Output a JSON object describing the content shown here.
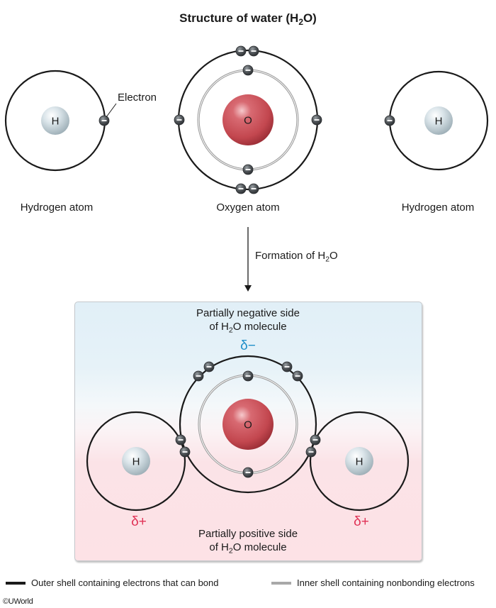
{
  "title": {
    "prefix": "Structure of water (H",
    "sub": "2",
    "suffix": "O)"
  },
  "atoms": {
    "hydrogen_left": {
      "symbol": "H",
      "label": "Hydrogen atom",
      "outer_electrons": 1
    },
    "oxygen": {
      "symbol": "O",
      "label": "Oxygen atom",
      "inner_electrons": 2,
      "outer_electrons": 6
    },
    "hydrogen_right": {
      "symbol": "H",
      "label": "Hydrogen atom",
      "outer_electrons": 1
    }
  },
  "callout": {
    "electron": "Electron"
  },
  "electron_symbol": "−",
  "arrow": {
    "prefix": "Formation of H",
    "sub": "2",
    "suffix": "O"
  },
  "molecule": {
    "top_text": {
      "line1": "Partially negative side",
      "line2_prefix": "of H",
      "line2_sub": "2",
      "line2_suffix": "O molecule"
    },
    "bottom_text": {
      "line1": "Partially positive side",
      "line2_prefix": "of H",
      "line2_sub": "2",
      "line2_suffix": "O molecule"
    },
    "delta_negative": "δ−",
    "delta_positive_left": "δ+",
    "delta_positive_right": "δ+",
    "oxygen_symbol": "O",
    "hydrogen_left_symbol": "H",
    "hydrogen_right_symbol": "H"
  },
  "legend": [
    {
      "label": "Outer shell containing electrons that can bond",
      "color": "#1a1a1a"
    },
    {
      "label": "Inner shell containing nonbonding electrons",
      "color": "#a8a8a8"
    }
  ],
  "colors": {
    "outer_shell": "#1a1a1a",
    "inner_shell": "#b8b8b8",
    "oxygen_nucleus": "#c8525a",
    "hydrogen_nucleus": "#c9d6dc",
    "electron": "#4a4e52",
    "delta_negative": "#1e8fc9",
    "delta_positive": "#e03256"
  },
  "copyright": "©UWorld"
}
